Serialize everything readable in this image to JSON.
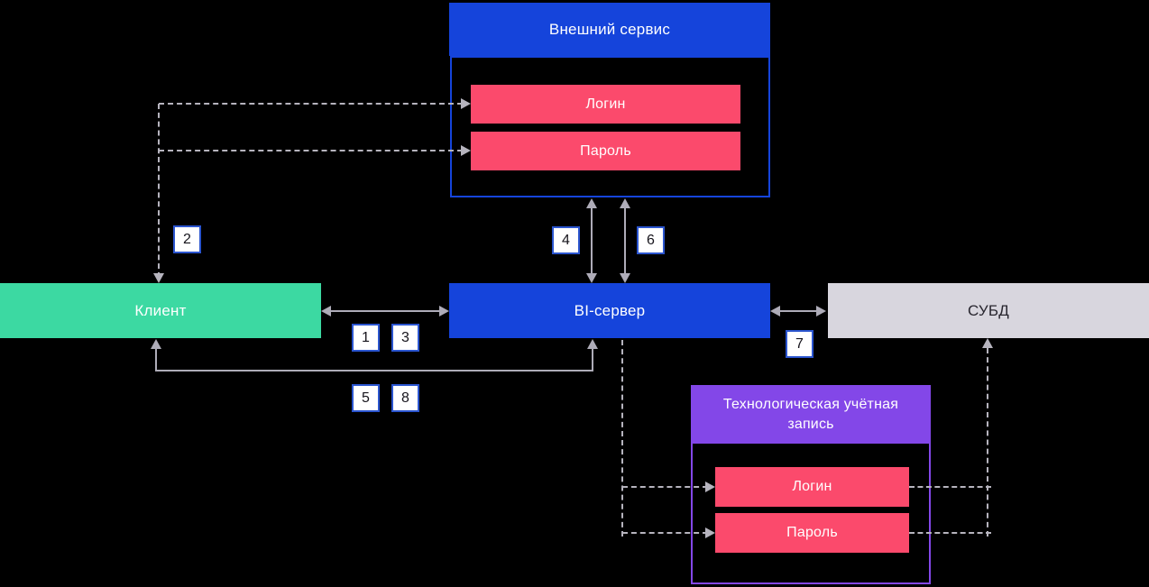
{
  "nodes": {
    "external_service": "Внешний сервис",
    "client": "Клиент",
    "bi_server": "BI-сервер",
    "dbms": "СУБД",
    "tech_account": "Технологическая учётная запись"
  },
  "fields": {
    "ext_login": "Логин",
    "ext_password": "Пароль",
    "tech_login": "Логин",
    "tech_password": "Пароль"
  },
  "steps": {
    "1": "1",
    "2": "2",
    "3": "3",
    "4": "4",
    "5": "5",
    "6": "6",
    "7": "7",
    "8": "8"
  },
  "colors": {
    "blue": "#1544db",
    "green": "#3cd9a2",
    "pink": "#fb4a6c",
    "purple": "#8347e8",
    "gray": "#d8d6de",
    "line_gray": "#aeacb8",
    "label_border": "#2b55cf",
    "background": "#000000"
  }
}
